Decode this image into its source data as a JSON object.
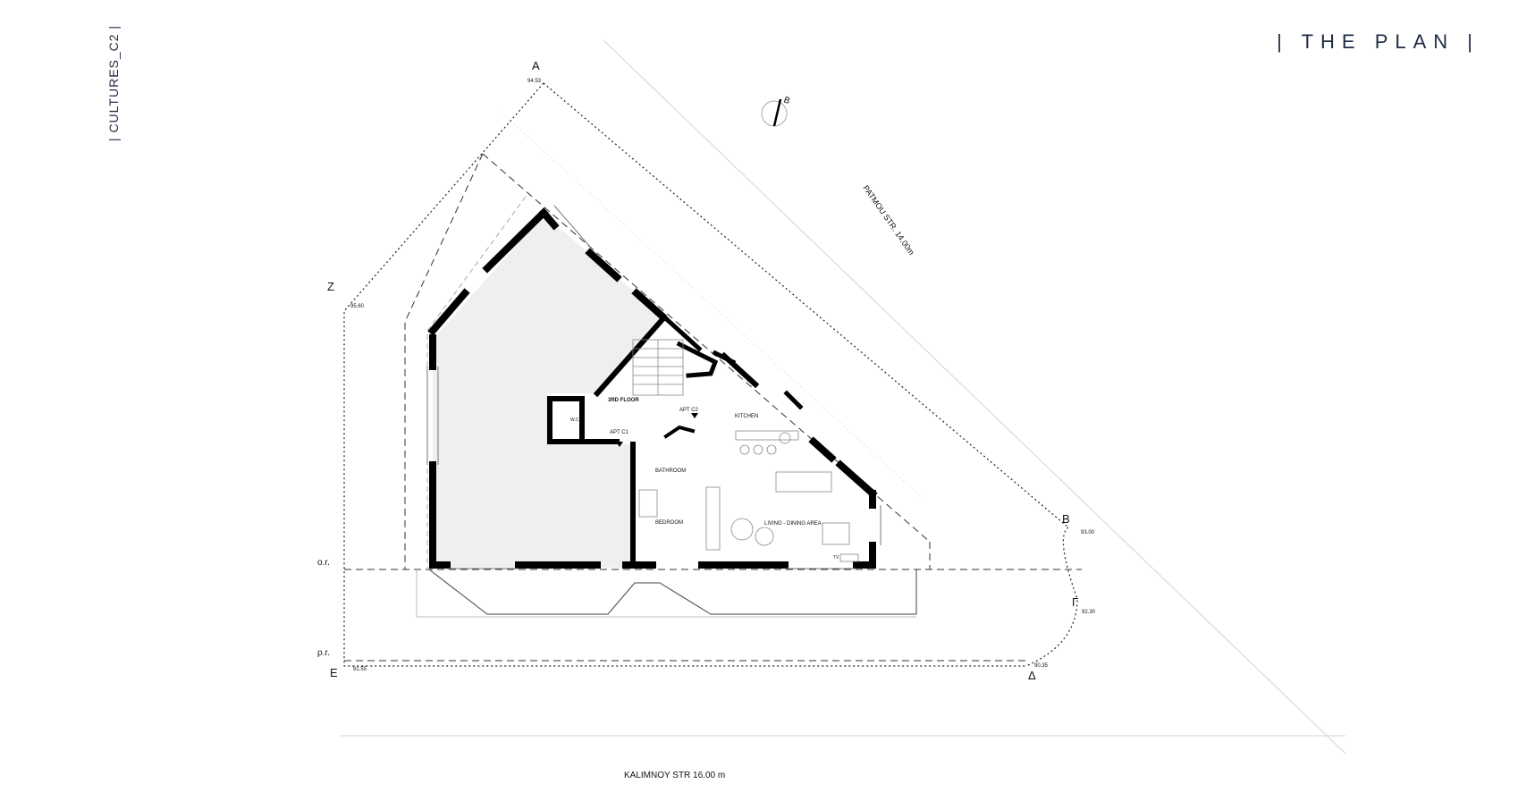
{
  "header": {
    "side_label": "| CULTURES_C2 |",
    "title": "| THE PLAN |"
  },
  "vertices": {
    "A": {
      "letter": "A",
      "elev": "94.53"
    },
    "Z": {
      "letter": "Z",
      "elev": "95.60"
    },
    "E": {
      "letter": "E",
      "elev": "91.55"
    },
    "B": {
      "letter": "B",
      "elev": "93.00"
    },
    "G": {
      "letter": "Γ",
      "elev": "92.30"
    },
    "D": {
      "letter": "Δ",
      "elev": "90.35"
    }
  },
  "lines": {
    "og": "o.r.",
    "rg": "ρ.r."
  },
  "streets": {
    "patmou": "PATMOU STR. 14.00m",
    "kalimnoy": "KALIMNOY STR 16.00 m"
  },
  "rooms": {
    "third_floor": "3RD FLOOR",
    "apt_c1": "APT C1",
    "apt_c2": "APT C2",
    "kitchen": "KITCHEN",
    "bathroom": "BATHROOM",
    "bedroom": "BEDROOM",
    "living": "LIVING - DINING AREA",
    "wc": "W.C",
    "tv": "TV"
  },
  "north_label": "B"
}
